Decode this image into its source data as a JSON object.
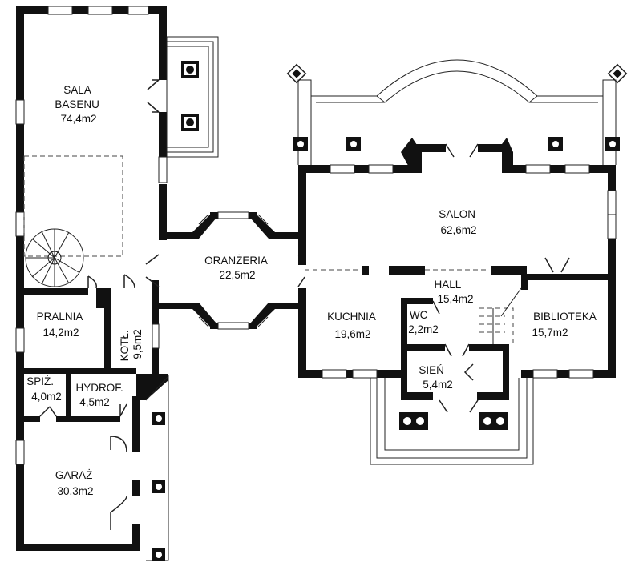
{
  "rooms": [
    {
      "id": "sala-basenu",
      "name_lines": [
        "SALA",
        "BASENU"
      ],
      "area": "74,4m2"
    },
    {
      "id": "oranzeria",
      "name_lines": [
        "ORANŻERIA"
      ],
      "area": "22,5m2"
    },
    {
      "id": "salon",
      "name_lines": [
        "SALON"
      ],
      "area": "62,6m2"
    },
    {
      "id": "hall",
      "name_lines": [
        "HALL"
      ],
      "area": "15,4m2"
    },
    {
      "id": "pralnia",
      "name_lines": [
        "PRALNIA"
      ],
      "area": "14,2m2"
    },
    {
      "id": "kotl",
      "name_lines": [
        "KOTŁ."
      ],
      "area": "9,5m2"
    },
    {
      "id": "kuchnia",
      "name_lines": [
        "KUCHNIA"
      ],
      "area": "19,6m2"
    },
    {
      "id": "wc",
      "name_lines": [
        "WC"
      ],
      "area": "2,2m2"
    },
    {
      "id": "biblioteka",
      "name_lines": [
        "BIBLIOTEKA"
      ],
      "area": "15,7m2"
    },
    {
      "id": "spiz",
      "name_lines": [
        "SPIŻ."
      ],
      "area": "4,0m2"
    },
    {
      "id": "hydrof",
      "name_lines": [
        "HYDROF."
      ],
      "area": "4,5m2"
    },
    {
      "id": "sien",
      "name_lines": [
        "SIEŃ"
      ],
      "area": "5,4m2"
    },
    {
      "id": "garaz",
      "name_lines": [
        "GARAŻ"
      ],
      "area": "30,3m2"
    }
  ]
}
